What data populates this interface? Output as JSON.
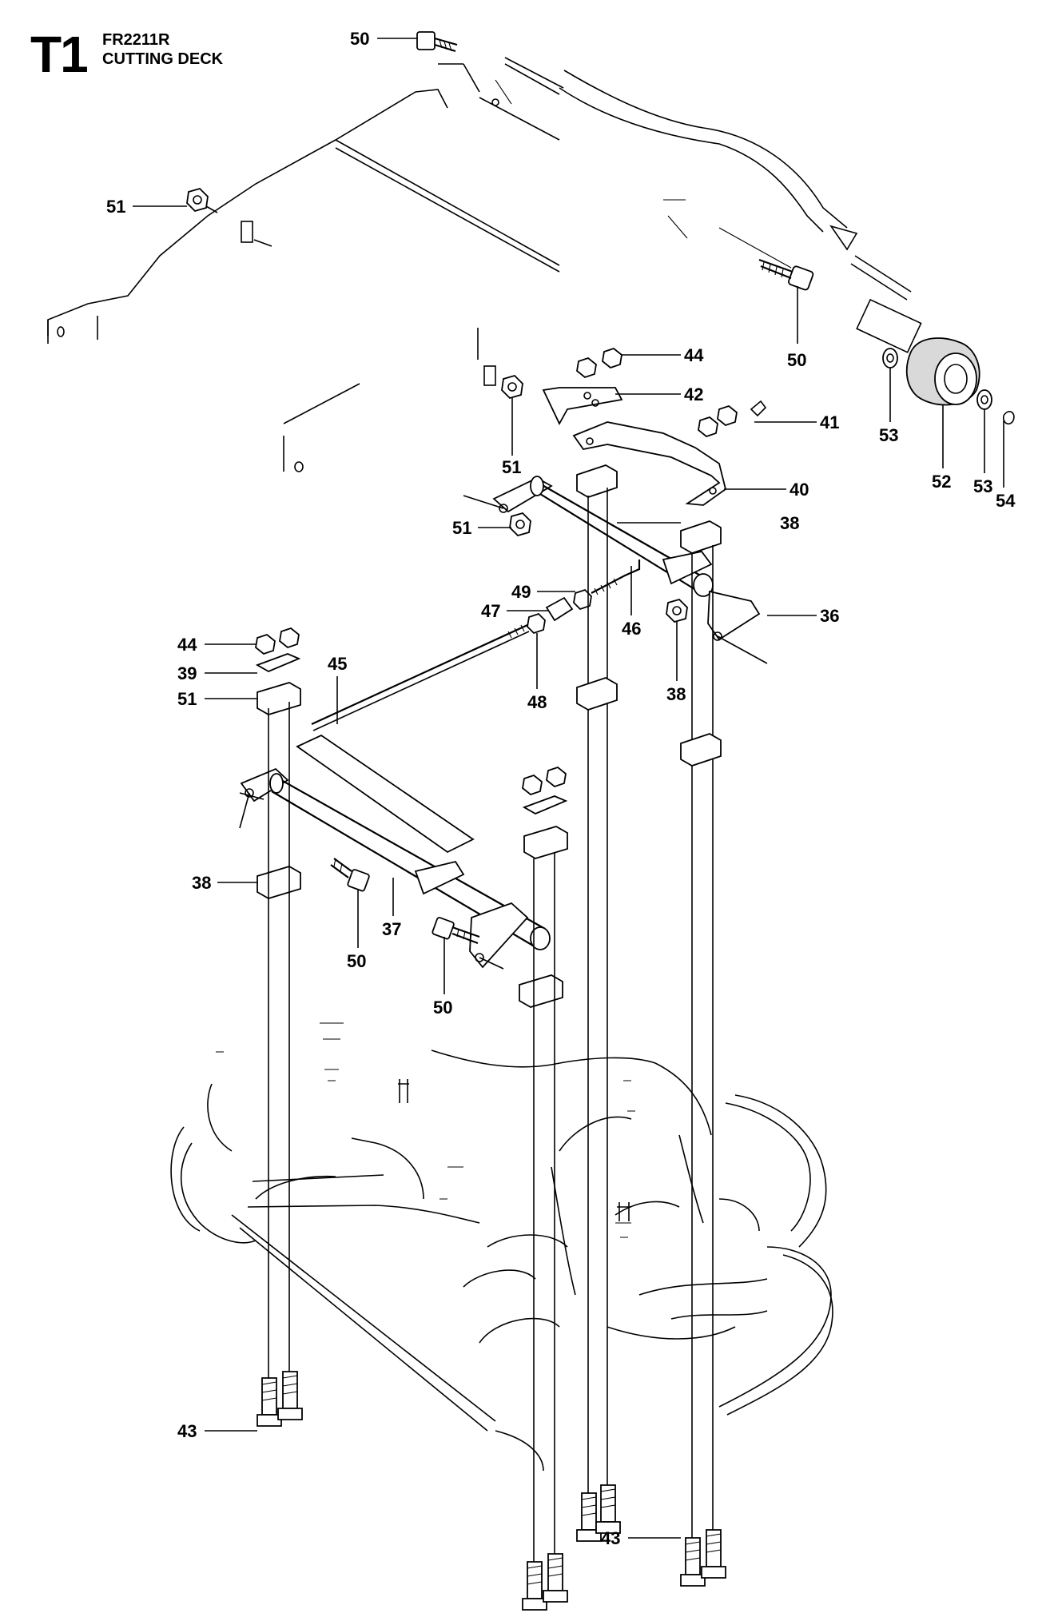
{
  "header": {
    "code": "T1",
    "model": "FR2211R",
    "title": "CUTTING DECK"
  },
  "callouts": [
    {
      "id": "c50a",
      "text": "50"
    },
    {
      "id": "c51a",
      "text": "51"
    },
    {
      "id": "c50b",
      "text": "50"
    },
    {
      "id": "c44a",
      "text": "44"
    },
    {
      "id": "c42",
      "text": "42"
    },
    {
      "id": "c41",
      "text": "41"
    },
    {
      "id": "c51b",
      "text": "51"
    },
    {
      "id": "c40",
      "text": "40"
    },
    {
      "id": "c53a",
      "text": "53"
    },
    {
      "id": "c52",
      "text": "52"
    },
    {
      "id": "c53b",
      "text": "53"
    },
    {
      "id": "c54",
      "text": "54"
    },
    {
      "id": "c51c",
      "text": "51"
    },
    {
      "id": "c38a",
      "text": "38"
    },
    {
      "id": "c49",
      "text": "49"
    },
    {
      "id": "c47",
      "text": "47"
    },
    {
      "id": "c46",
      "text": "46"
    },
    {
      "id": "c36",
      "text": "36"
    },
    {
      "id": "c44b",
      "text": "44"
    },
    {
      "id": "c45",
      "text": "45"
    },
    {
      "id": "c39",
      "text": "39"
    },
    {
      "id": "c48",
      "text": "48"
    },
    {
      "id": "c51d",
      "text": "51"
    },
    {
      "id": "c38b",
      "text": "38"
    },
    {
      "id": "c38c",
      "text": "38"
    },
    {
      "id": "c37",
      "text": "37"
    },
    {
      "id": "c50c",
      "text": "50"
    },
    {
      "id": "c50d",
      "text": "50"
    },
    {
      "id": "c43a",
      "text": "43"
    },
    {
      "id": "c43b",
      "text": "43"
    }
  ]
}
